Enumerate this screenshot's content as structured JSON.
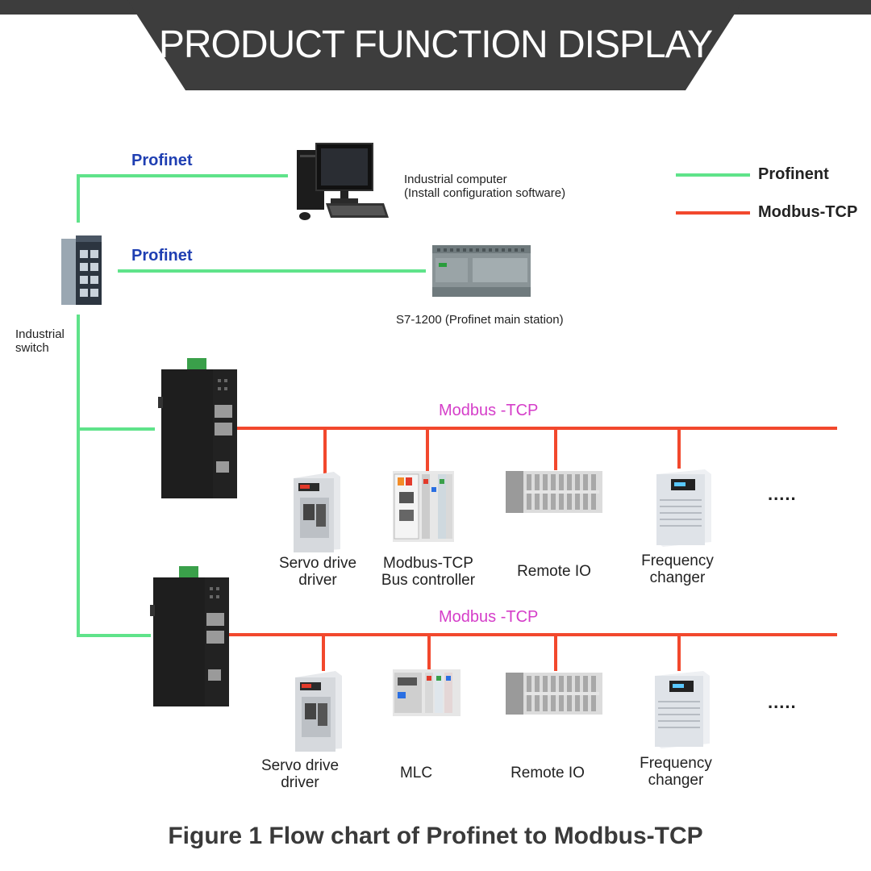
{
  "banner": {
    "title": "PRODUCT FUNCTION DISPLAY"
  },
  "legend": [
    {
      "label": "Profinent",
      "color": "#5fe38a"
    },
    {
      "label": "Modbus-TCP",
      "color": "#f2482d"
    }
  ],
  "top_network": {
    "link1_label": "Profinet",
    "link2_label": "Profinet",
    "computer_label": "Industrial computer\n(Install configuration software)",
    "plc_label": "S7-1200 (Profinet main station)",
    "switch_label": "Industrial\nswitch"
  },
  "bus1": {
    "label": "Modbus -TCP",
    "devices": [
      "Servo drive\ndriver",
      "Modbus-TCP\nBus controller",
      "Remote IO",
      "Frequency\nchanger"
    ],
    "more": "....."
  },
  "bus2": {
    "label": "Modbus -TCP",
    "devices": [
      "Servo drive\ndriver",
      "MLC",
      "Remote IO",
      "Frequency\nchanger"
    ],
    "more": "....."
  },
  "caption": "Figure 1 Flow chart of Profinet to Modbus-TCP",
  "colors": {
    "banner": "#3d3d3d",
    "profinet": "#5fe38a",
    "modbus": "#f2482d",
    "profinet_text": "#1f3fb2",
    "modbus_text": "#d53ec9"
  }
}
